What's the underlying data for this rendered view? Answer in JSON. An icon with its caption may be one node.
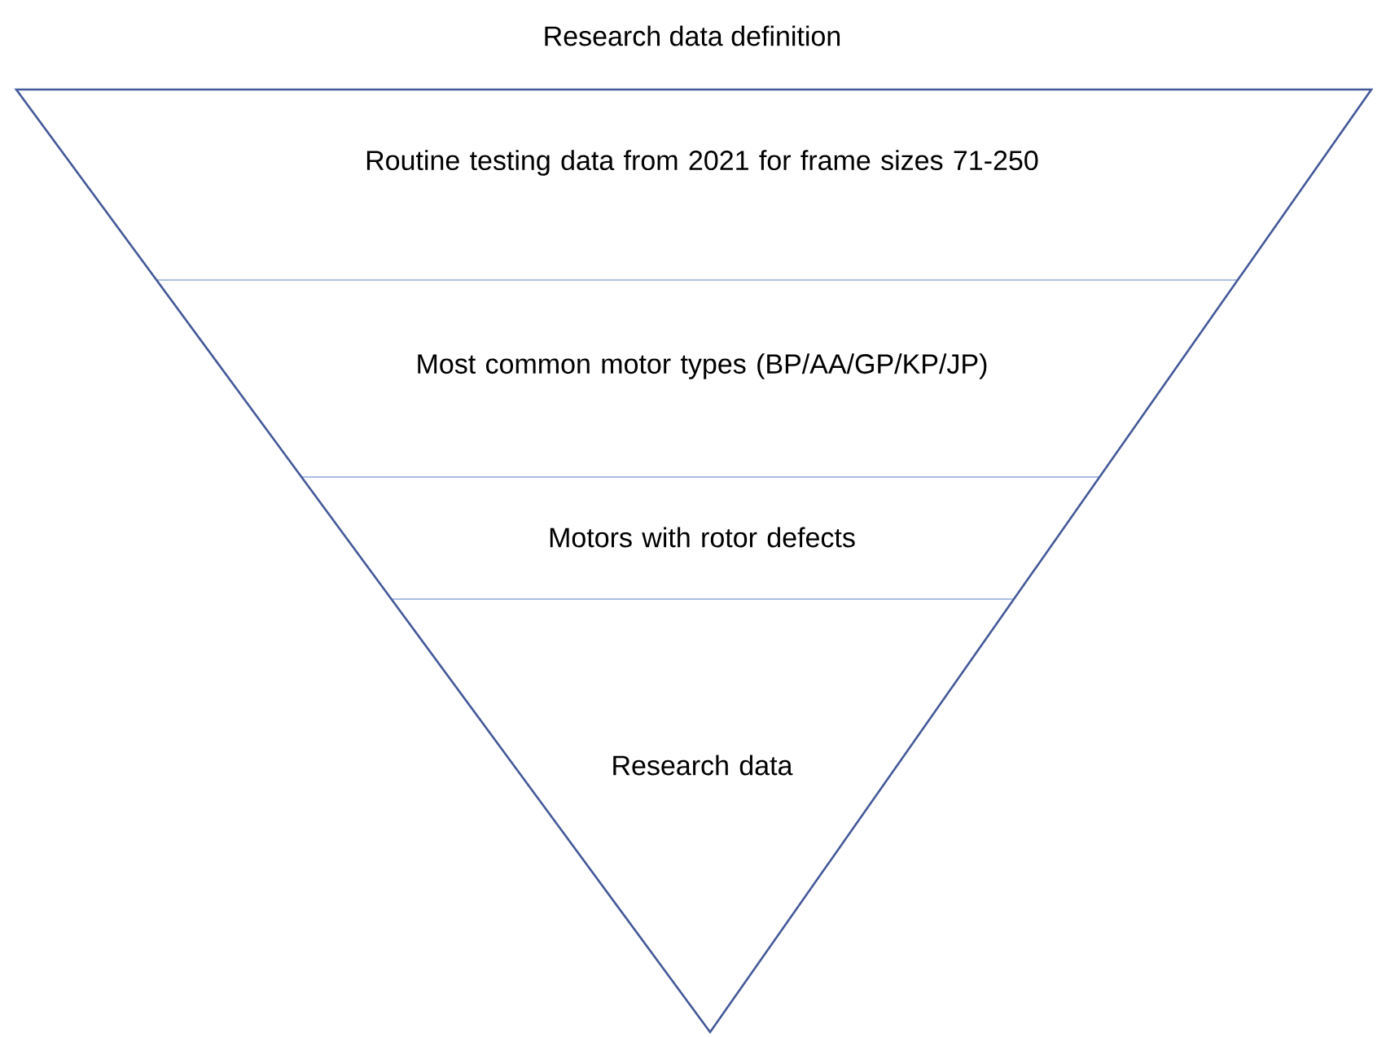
{
  "diagram": {
    "title": "Research data definition",
    "nodes": [
      {
        "text": [
          "Routine testing data from 2021 for frame sizes 71-250"
        ]
      },
      {
        "text": [
          "Most common motor types (BP/AA/GP/KP/JP)"
        ]
      },
      {
        "text": [
          "Motors with rotor defects"
        ]
      },
      {
        "text": [
          "Research data"
        ]
      }
    ]
  }
}
